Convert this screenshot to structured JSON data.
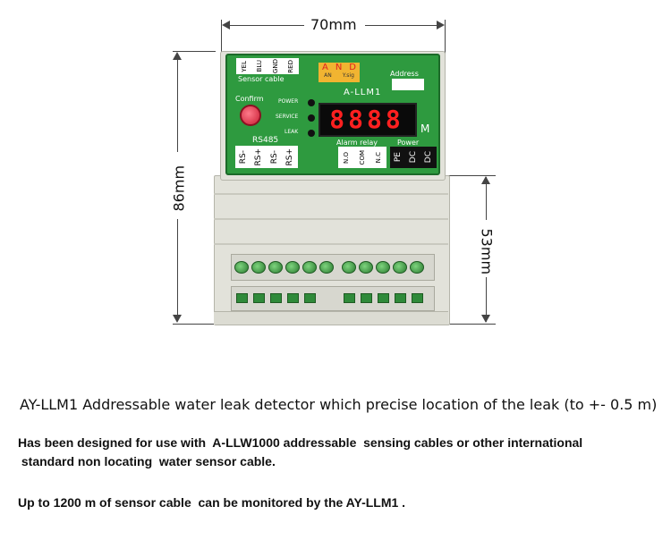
{
  "dimensions": {
    "width_label": "70mm",
    "height_label": "86mm",
    "depth_label": "53mm"
  },
  "device": {
    "sensor_cable_pins": [
      "RED",
      "BLU",
      "GND",
      "YEL"
    ],
    "sensor_cable_label": "Sensor cable",
    "and_box": {
      "letters": [
        "A",
        "N",
        "D"
      ],
      "sub_left": "AN",
      "sub_right": "Y.sig"
    },
    "address_label": "Address",
    "model": "A-LLM1",
    "confirm_label": "Confirm",
    "indicators": [
      "POWER",
      "SERVICE",
      "LEAK"
    ],
    "display_digits": "8888",
    "display_unit": "M",
    "rs485_label": "RS485",
    "rs485_pins": [
      "RS-",
      "RS+",
      "RS-",
      "RS+"
    ],
    "alarm_relay_label": "Alarm relay",
    "relay_pins": [
      "N.O",
      "COM",
      "N.C"
    ],
    "power_label": "Power",
    "power_pins": [
      "PE",
      "DC",
      "DC"
    ],
    "colors": {
      "panel": "#2e9a3f",
      "display": "#ff2020",
      "housing": "#e2e2da"
    }
  },
  "captions": {
    "title": "AY-LLM1 Addressable water  leak detector which precise location of the leak (to +- 0.5 m)",
    "line2": "Has been designed for use with  A-LLW1000 addressable  sensing cables or other international",
    "line3": " standard non locating  water sensor cable.",
    "line4": "Up to 1200 m of sensor cable  can be monitored by the AY-LLM1 ."
  }
}
